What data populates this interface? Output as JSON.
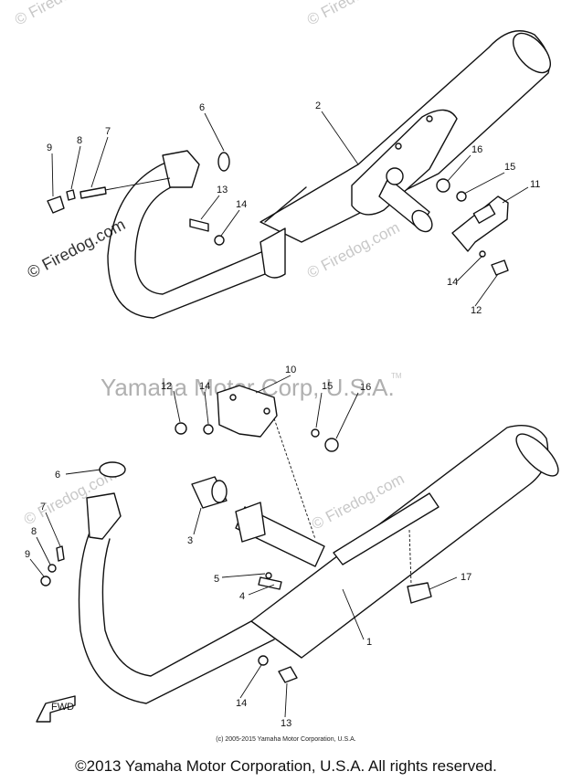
{
  "watermarks": {
    "firedog": "© Firedog.com",
    "yamaha": "Yamaha Motor Corp, U.S.A.",
    "tm": "TM"
  },
  "labels": {
    "top": [
      "9",
      "8",
      "7",
      "6",
      "2",
      "13",
      "14",
      "16",
      "15",
      "11",
      "14",
      "12"
    ],
    "bottom": [
      "12",
      "14",
      "10",
      "15",
      "16",
      "6",
      "7",
      "8",
      "9",
      "3",
      "5",
      "4",
      "17",
      "1",
      "14",
      "13"
    ]
  },
  "fwd_label": "FWD",
  "small_copyright": "(c) 2005-2015 Yamaha Motor Corporation, U.S.A.",
  "footer": "©2013 Yamaha Motor Corporation, U.S.A. All rights reserved."
}
